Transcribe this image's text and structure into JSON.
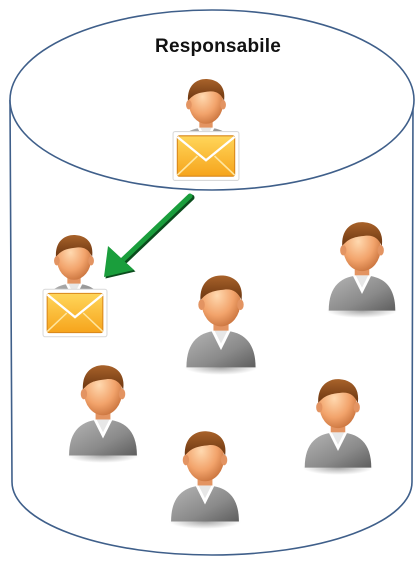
{
  "diagram": {
    "title": "Responsabile",
    "colors": {
      "cylinder_stroke": "#3f5f8a",
      "arrow": "#1a9e3c",
      "envelope_fill": "#ffc42e",
      "envelope_flap": "#f4a21a",
      "skin": "#f2a36b",
      "hair": "#8a4a18",
      "shirt": "#8c8c8c",
      "collar": "#ffffff"
    },
    "nodes": [
      {
        "role": "responsible",
        "has_envelope": true
      },
      {
        "role": "recipient",
        "has_envelope": true
      },
      {
        "role": "member",
        "has_envelope": false
      },
      {
        "role": "member",
        "has_envelope": false
      },
      {
        "role": "member",
        "has_envelope": false
      },
      {
        "role": "member",
        "has_envelope": false
      },
      {
        "role": "member",
        "has_envelope": false
      }
    ],
    "icons": [
      "person-icon",
      "envelope-icon",
      "arrow-icon"
    ]
  }
}
